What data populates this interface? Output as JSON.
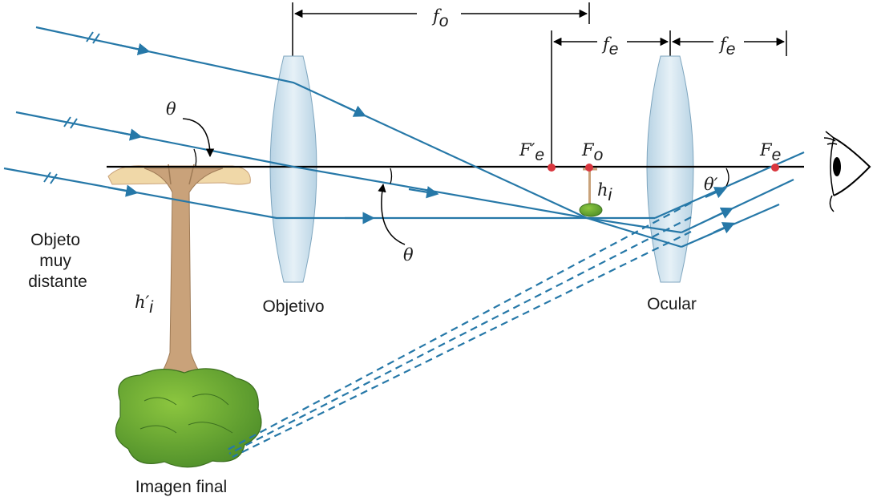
{
  "labels": {
    "object": [
      "Objeto",
      "muy",
      "distante"
    ],
    "objective": "Objetivo",
    "ocular": "Ocular",
    "final_image": "Imagen final",
    "f_o": "f",
    "f_o_sub": "o",
    "f_e": "f",
    "f_e_sub": "e",
    "F_prime_e": "F′",
    "F_prime_e_sub": "e",
    "F_o": "F",
    "F_o_sub": "o",
    "F_e": "F",
    "F_e_sub": "e",
    "h_i": "h",
    "h_i_sub": "i",
    "h_prime_i": "h′",
    "h_prime_i_sub": "i",
    "theta": "θ",
    "theta_prime": "θ′"
  },
  "colors": {
    "ray": "#2678a8",
    "lens": "#cfe3ef",
    "focal_point": "#d9363e",
    "trunk": "#c9a27a",
    "foliage": "#6aa83a"
  },
  "icons": [
    "eye-icon",
    "tree-icon"
  ]
}
